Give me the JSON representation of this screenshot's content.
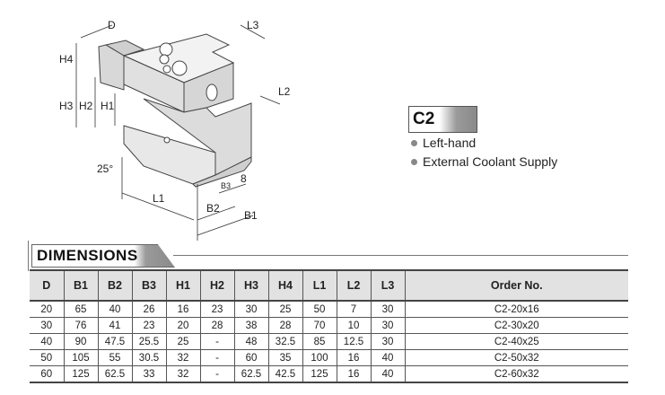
{
  "drawing": {
    "labels": {
      "D": "D",
      "L3": "L3",
      "H4": "H4",
      "H3": "H3",
      "H2": "H2",
      "H1": "H1",
      "L2": "L2",
      "angle": "25°",
      "B3": "B3",
      "eight": "8",
      "L1": "L1",
      "B2": "B2",
      "B1": "B1"
    }
  },
  "product": {
    "code": "C2",
    "features": [
      "Left-hand",
      "External Coolant Supply"
    ]
  },
  "dimensions": {
    "title": "DIMENSIONS",
    "headers": [
      "D",
      "B1",
      "B2",
      "B3",
      "H1",
      "H2",
      "H3",
      "H4",
      "L1",
      "L2",
      "L3",
      "Order No."
    ],
    "rows": [
      [
        "20",
        "65",
        "40",
        "26",
        "16",
        "23",
        "30",
        "25",
        "50",
        "7",
        "30",
        "C2-20x16"
      ],
      [
        "30",
        "76",
        "41",
        "23",
        "20",
        "28",
        "38",
        "28",
        "70",
        "10",
        "30",
        "C2-30x20"
      ],
      [
        "40",
        "90",
        "47.5",
        "25.5",
        "25",
        "-",
        "48",
        "32.5",
        "85",
        "12.5",
        "30",
        "C2-40x25"
      ],
      [
        "50",
        "105",
        "55",
        "30.5",
        "32",
        "-",
        "60",
        "35",
        "100",
        "16",
        "40",
        "C2-50x32"
      ],
      [
        "60",
        "125",
        "62.5",
        "33",
        "32",
        "-",
        "62.5",
        "42.5",
        "125",
        "16",
        "40",
        "C2-60x32"
      ]
    ]
  }
}
